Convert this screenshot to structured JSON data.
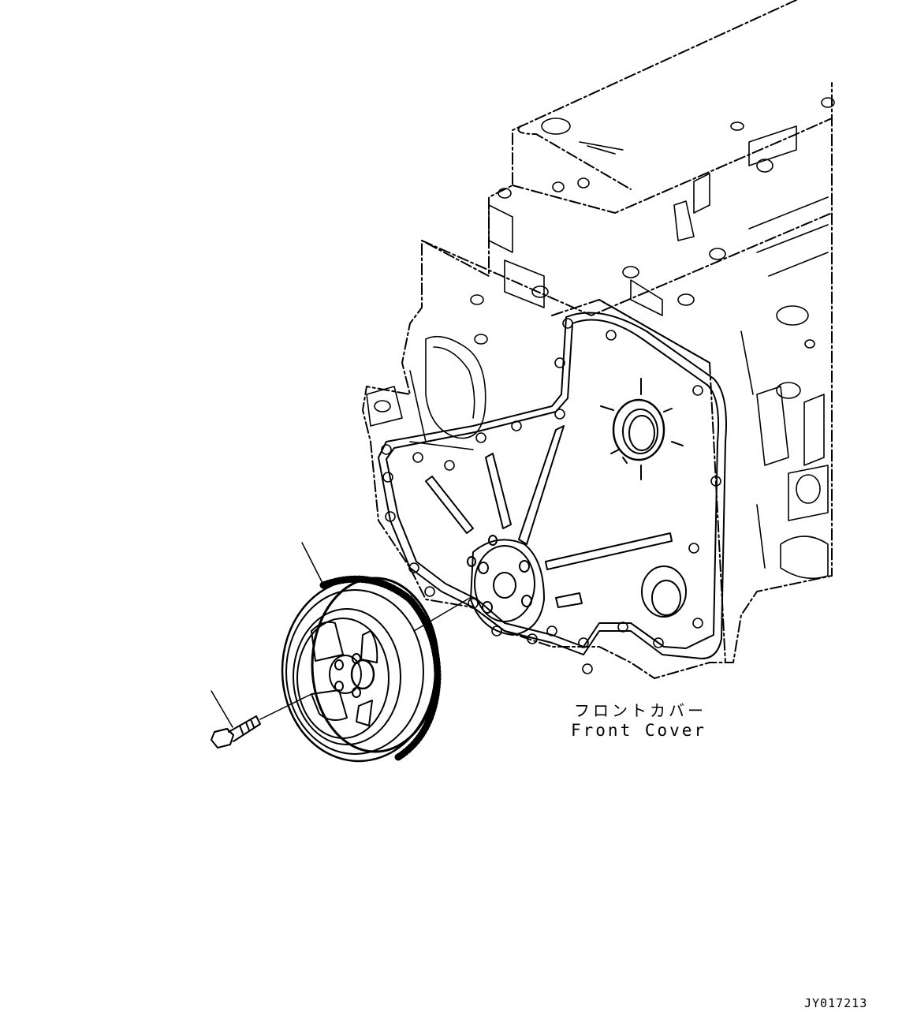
{
  "labels": {
    "front_cover_jp": "フロントカバー",
    "front_cover_en": "Front Cover",
    "drawing_code": "JY017213"
  },
  "colors": {
    "line": "#000000",
    "background": "#ffffff"
  }
}
